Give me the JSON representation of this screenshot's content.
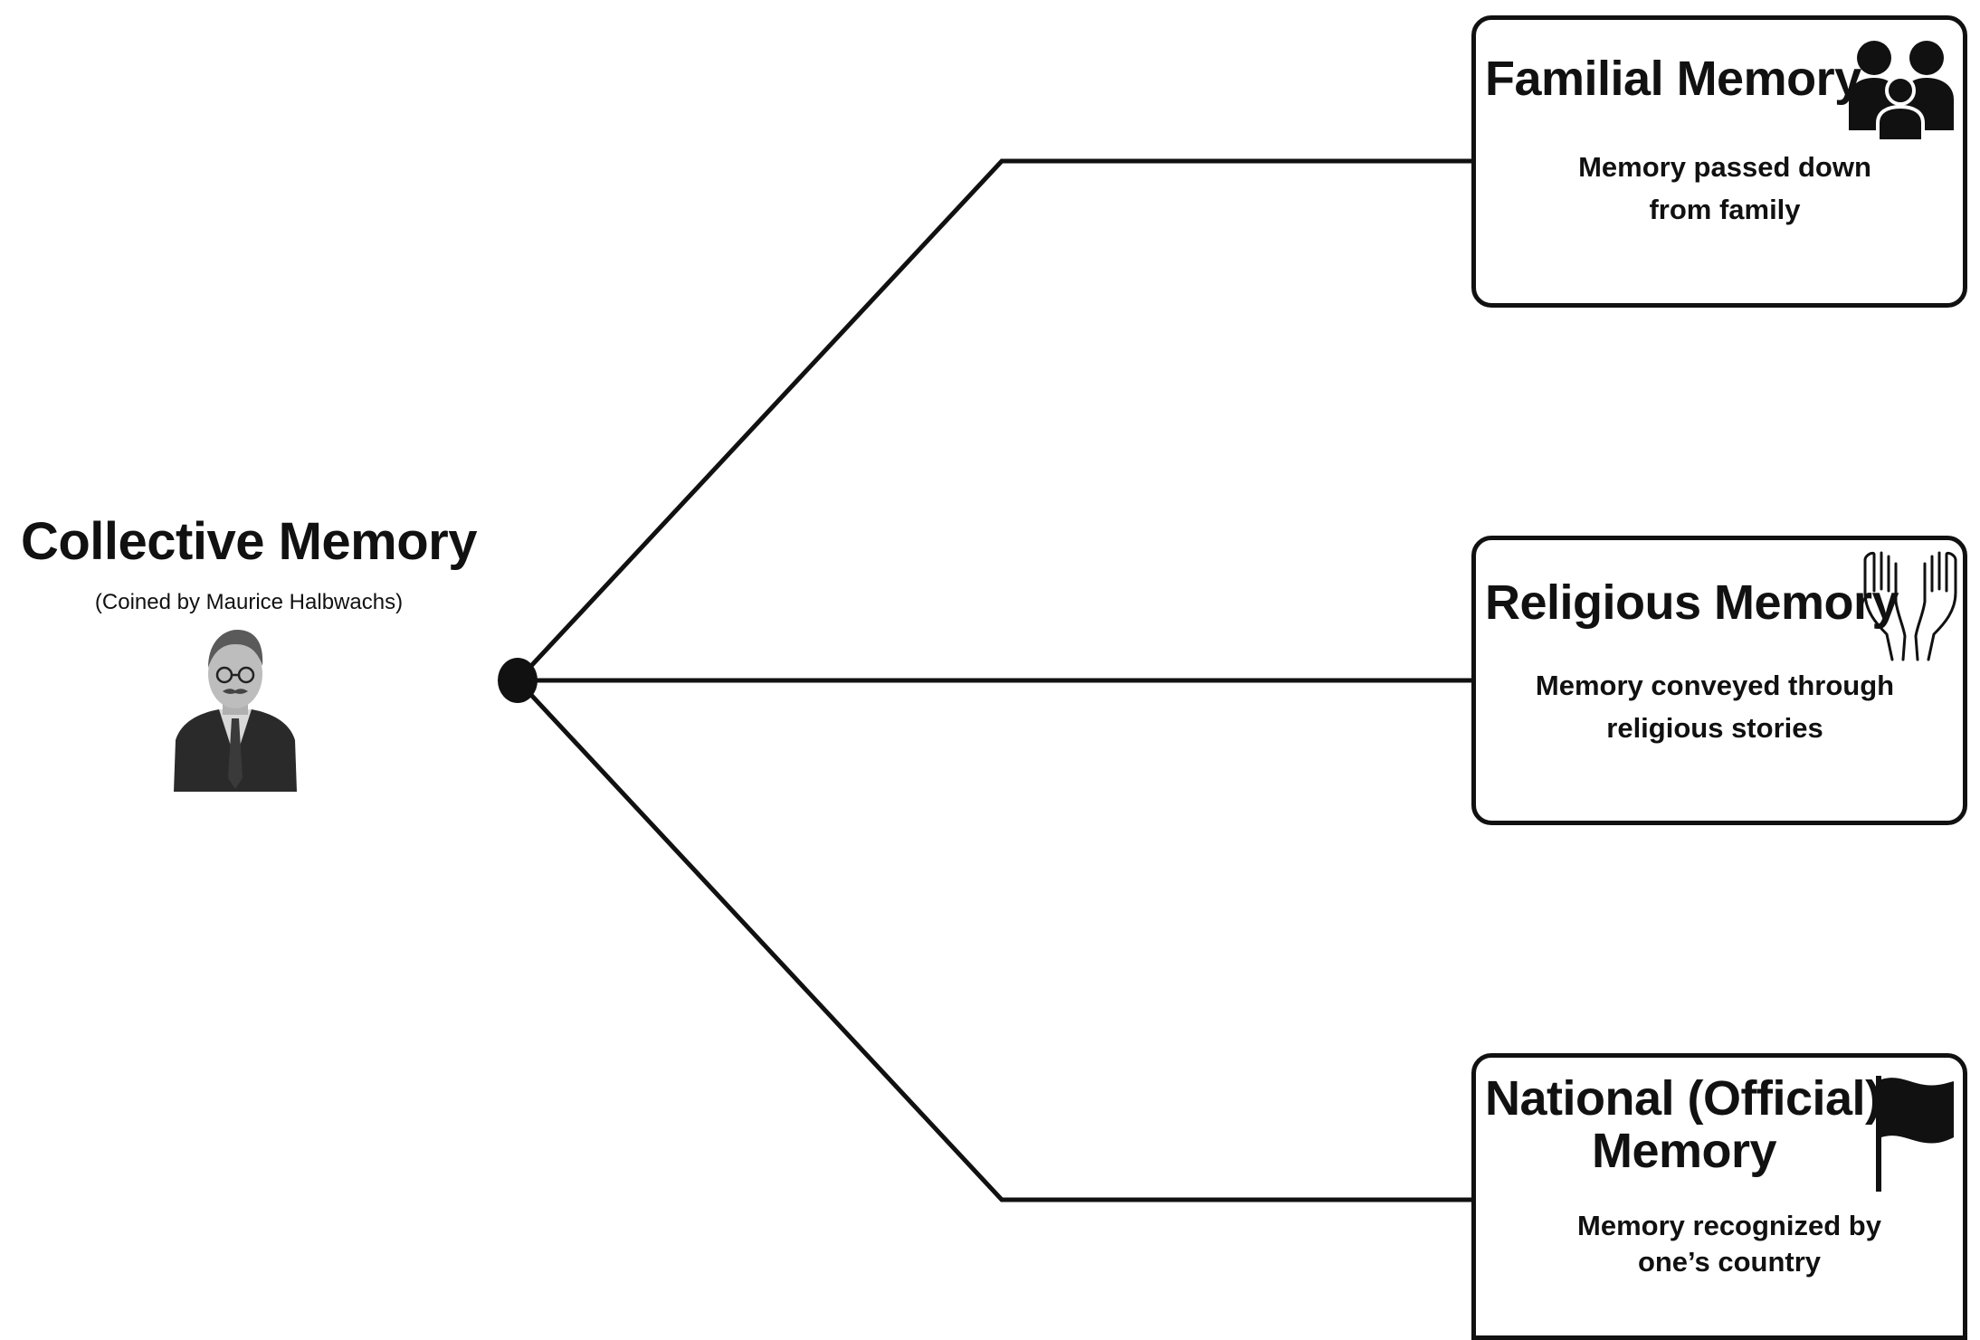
{
  "root": {
    "title": "Collective Memory",
    "subtitle": "(Coined by Maurice Halbwachs)",
    "portrait_icon": "portrait-photo"
  },
  "branches": [
    {
      "title": "Familial Memory",
      "description": "Memory passed down from family",
      "icon": "family-icon"
    },
    {
      "title": "Religious Memory",
      "description": "Memory conveyed through religious stories",
      "icon": "praying-hands-icon"
    },
    {
      "title_line1": "National (Official)",
      "title_line2": "Memory",
      "description": "Memory recognized by one’s country",
      "icon": "flag-icon"
    }
  ],
  "colors": {
    "line": "#111111",
    "background": "#ffffff"
  }
}
